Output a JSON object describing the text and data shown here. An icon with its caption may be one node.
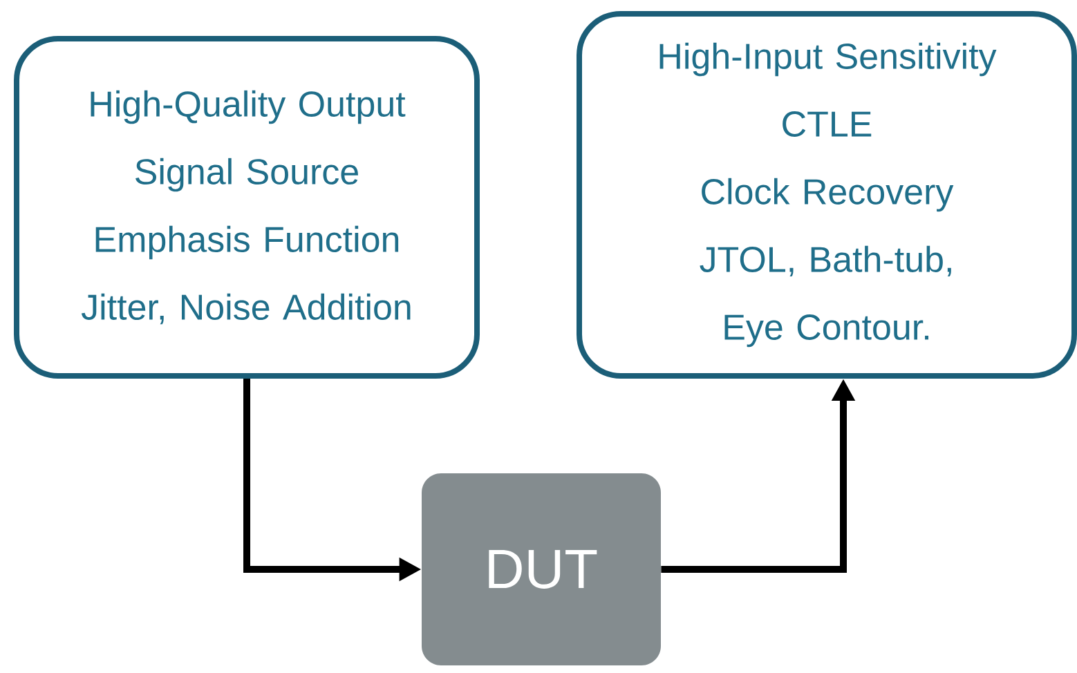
{
  "diagram": {
    "nodes": [
      {
        "text": [
          "High-Quality Output",
          "Signal Source",
          "Emphasis Function",
          "Jitter, Noise Addition"
        ]
      },
      {
        "text": [
          "High-Input Sensitivity",
          "CTLE",
          "Clock Recovery",
          "JTOL, Bath-tub, Eye Contour."
        ]
      },
      {
        "text": [
          "DUT"
        ]
      }
    ],
    "edges": [
      {
        "from": 0,
        "to": 2,
        "arrow": "to"
      },
      {
        "from": 2,
        "to": 1,
        "arrow": "to"
      }
    ]
  }
}
